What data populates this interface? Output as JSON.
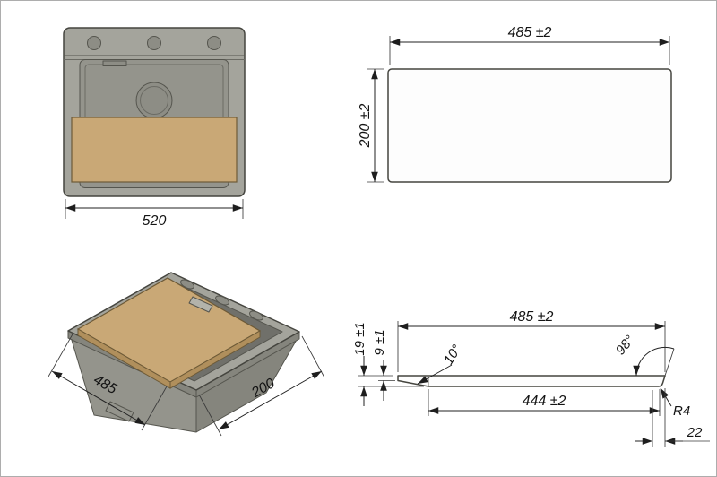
{
  "colors": {
    "body": "#a4a49c",
    "body_mid": "#94948c",
    "body_dark": "#85857d",
    "interior": "#70706a",
    "hole": "#8d8d85",
    "slot": "#b3b3ab",
    "board": "#c9a876",
    "board_edge": "#b08f5c"
  },
  "front_view": {
    "width": "520"
  },
  "top_view": {
    "width": "485 ±2",
    "depth": "200 ±2"
  },
  "iso_view": {
    "width": "485",
    "depth": "200"
  },
  "profile_view": {
    "length": "485 ±2",
    "bottom_length": "444 ±2",
    "thickness": "19 ±1",
    "edge_thickness": "9 ±1",
    "bevel_angle": "10°",
    "end_angle": "98°",
    "corner_radius": "R4",
    "end_offset": "22"
  }
}
